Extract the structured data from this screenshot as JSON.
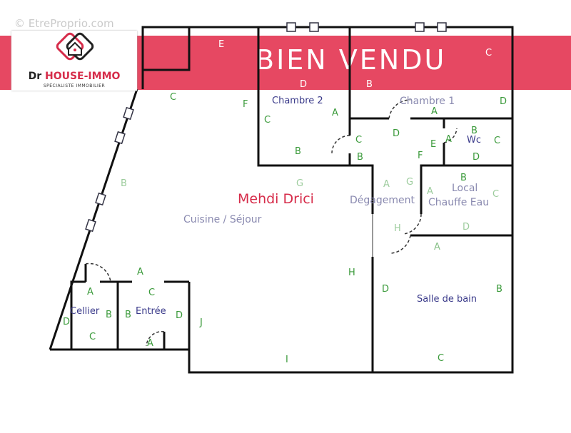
{
  "watermark": "© EtreProprio.com",
  "banner": {
    "text": "BIEN VENDU",
    "color": "#e22846"
  },
  "logo": {
    "prefix": "Dr ",
    "brand": "HOUSE-IMMO",
    "tagline": "SPÉCIALISTE IMMOBILIER",
    "bg_mark": "immo",
    "accent": "#d62c4a"
  },
  "author": "Mehdi Drici",
  "rooms": {
    "chambre1": "Chambre 1",
    "chambre2": "Chambre 2",
    "wc": "Wc",
    "local1": "Local",
    "local2": "Chauffe Eau",
    "degagement": "Dégagement",
    "cuisine": "Cuisine / Séjour",
    "sdb": "Salle de bain",
    "cellier": "Cellier",
    "entree": "Entrée"
  },
  "wall_letters": [
    "A",
    "B",
    "C",
    "D",
    "E",
    "F",
    "G",
    "H",
    "I",
    "J"
  ]
}
